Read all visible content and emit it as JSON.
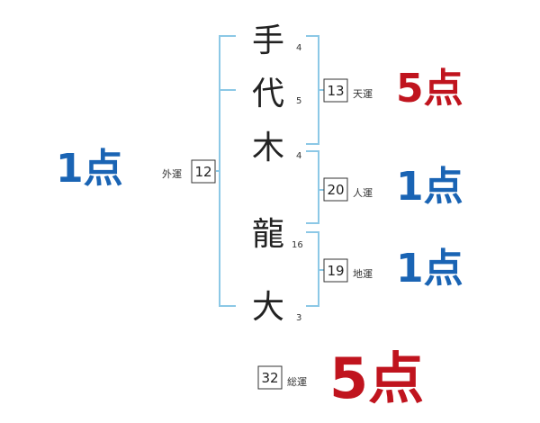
{
  "colors": {
    "bracket": "#8cc8e6",
    "score_good": "#c0141e",
    "score_bad": "#1a64b4",
    "text": "#222222"
  },
  "name": {
    "characters": [
      {
        "char": "手",
        "strokes": "4"
      },
      {
        "char": "代",
        "strokes": "5"
      },
      {
        "char": "木",
        "strokes": "4"
      },
      {
        "char": "龍",
        "strokes": "16"
      },
      {
        "char": "大",
        "strokes": "3"
      }
    ]
  },
  "fortunes": {
    "gaikaku": {
      "label": "外運",
      "value": "12",
      "score": "1点",
      "rating": "bad"
    },
    "tenkaku": {
      "label": "天運",
      "value": "13",
      "score": "5点",
      "rating": "good"
    },
    "jinkaku": {
      "label": "人運",
      "value": "20",
      "score": "1点",
      "rating": "bad"
    },
    "chikaku": {
      "label": "地運",
      "value": "19",
      "score": "1点",
      "rating": "bad"
    },
    "soukaku": {
      "label": "総運",
      "value": "32",
      "score": "5点",
      "rating": "good"
    }
  }
}
